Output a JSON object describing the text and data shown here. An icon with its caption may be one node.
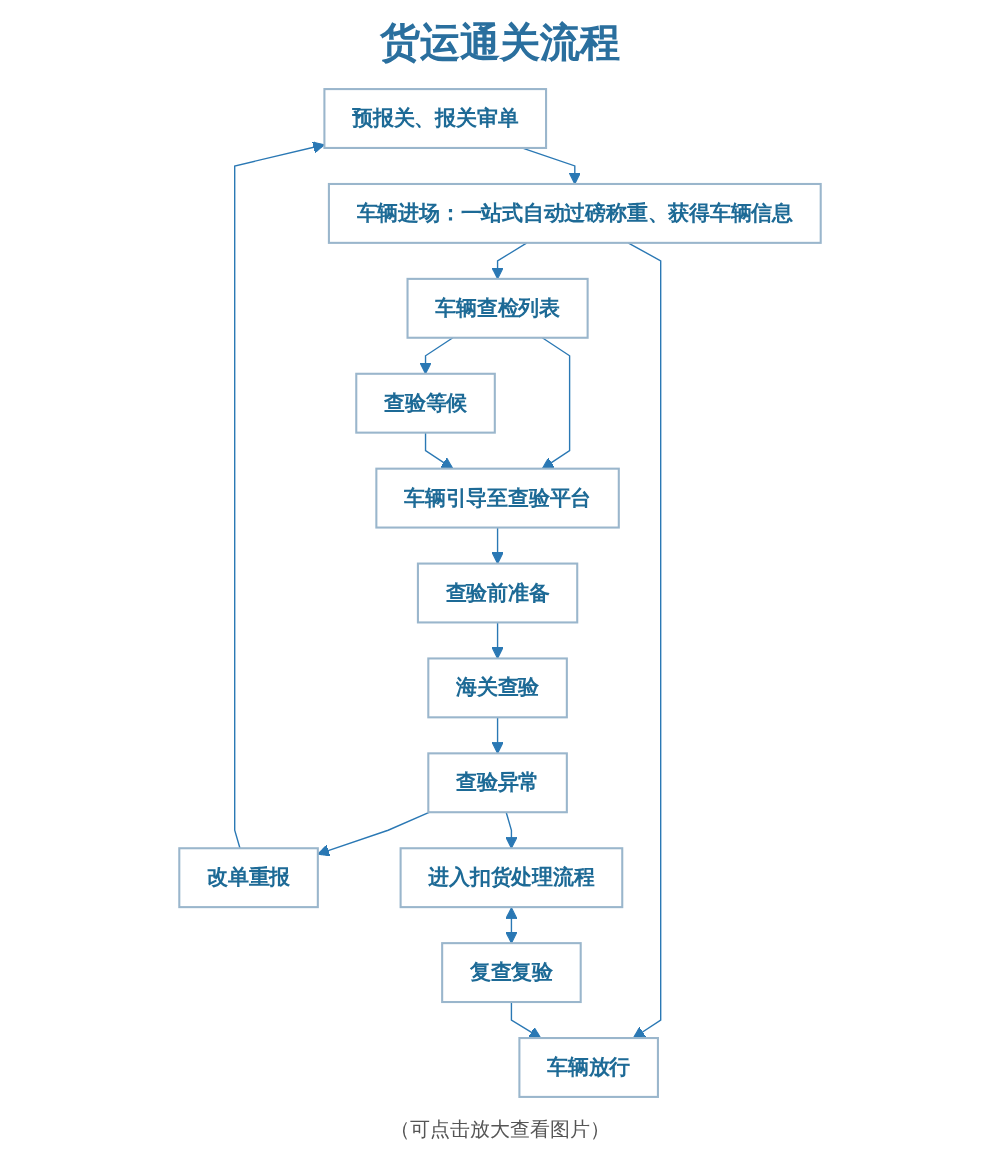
{
  "diagram": {
    "title": "货运通关流程",
    "caption": "（可点击放大查看图片）",
    "nodes": [
      {
        "text": [
          "预报关、报关审单"
        ]
      },
      {
        "text": [
          "车辆进场：一站式自动过磅称重、获得车辆信息"
        ]
      },
      {
        "text": [
          "车辆放行"
        ]
      },
      {
        "text": [
          "车辆查检列表"
        ]
      },
      {
        "text": [
          "查验等候"
        ]
      },
      {
        "text": [
          "车辆引导至查验平台"
        ]
      },
      {
        "text": [
          "查验前准备"
        ]
      },
      {
        "text": [
          "海关查验"
        ]
      },
      {
        "text": [
          "查验异常"
        ]
      },
      {
        "text": [
          "改单重报"
        ]
      },
      {
        "text": [
          "复查复验"
        ]
      },
      {
        "text": [
          "进入扣货处理流程"
        ]
      }
    ],
    "edges": [
      {
        "from": 0,
        "to": 1,
        "arrow": "to"
      },
      {
        "from": 1,
        "to": 2,
        "arrow": "to"
      },
      {
        "from": 1,
        "to": 3,
        "arrow": "to"
      },
      {
        "from": 3,
        "to": 4,
        "arrow": "to"
      },
      {
        "from": 3,
        "to": 5,
        "arrow": "to"
      },
      {
        "from": 4,
        "to": 5,
        "arrow": "to"
      },
      {
        "from": 5,
        "to": 6,
        "arrow": "to"
      },
      {
        "from": 6,
        "to": 7,
        "arrow": "to"
      },
      {
        "from": 7,
        "to": 8,
        "arrow": "to"
      },
      {
        "from": 8,
        "to": 9,
        "arrow": "to"
      },
      {
        "from": 9,
        "to": 0,
        "arrow": "to"
      },
      {
        "from": 8,
        "to": 11,
        "arrow": "to"
      },
      {
        "from": 11,
        "to": 10,
        "arrow": "both"
      },
      {
        "from": 10,
        "to": 2,
        "arrow": "to"
      }
    ]
  }
}
